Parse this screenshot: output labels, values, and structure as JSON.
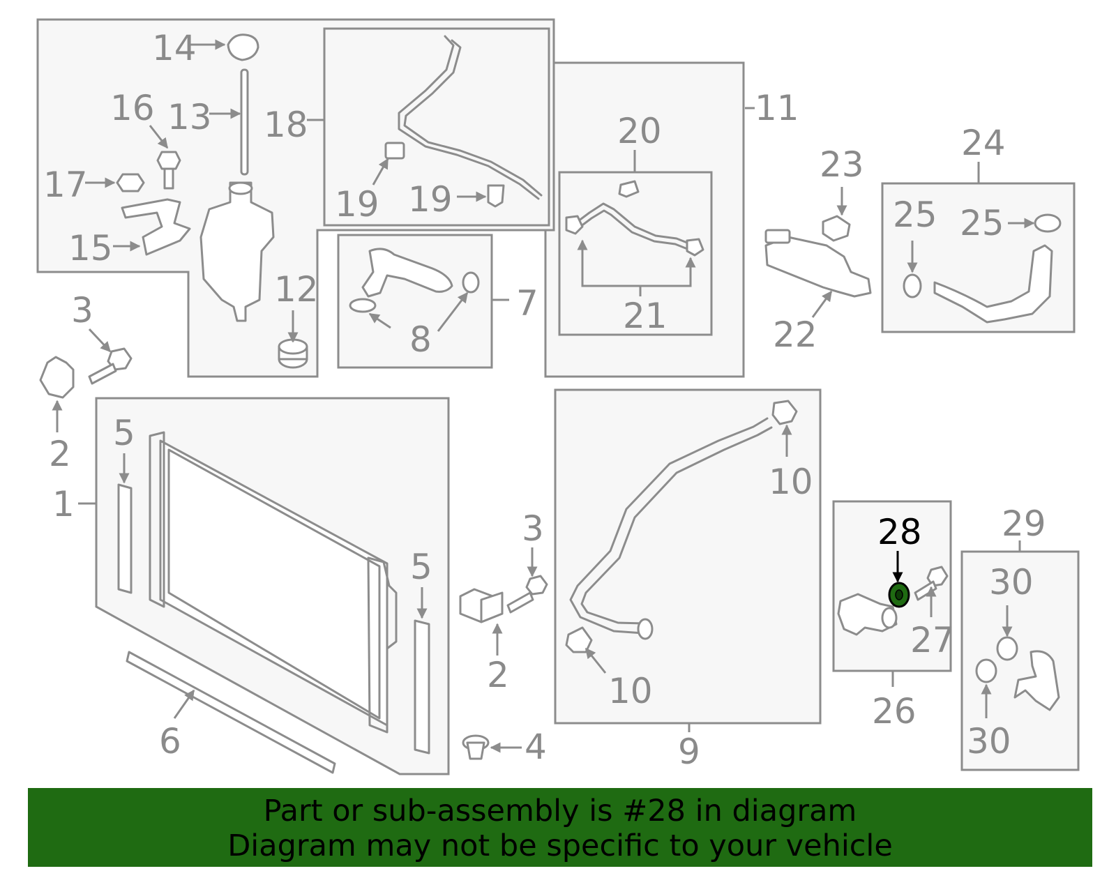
{
  "diagram": {
    "callouts": [
      "1",
      "2",
      "2",
      "3",
      "3",
      "4",
      "5",
      "5",
      "6",
      "7",
      "8",
      "9",
      "10",
      "10",
      "11",
      "12",
      "13",
      "14",
      "15",
      "16",
      "17",
      "18",
      "19",
      "19",
      "20",
      "21",
      "22",
      "23",
      "24",
      "25",
      "25",
      "26",
      "27",
      "28",
      "29",
      "30",
      "30"
    ],
    "highlighted_part": "28",
    "colors": {
      "highlight": "#1f6b12",
      "part_stroke": "#8c8c8c",
      "label": "#8a8a8a",
      "highlight_label": "#000000"
    }
  },
  "banner": {
    "line1": "Part or sub-assembly is #28 in diagram",
    "line2": "Diagram may not be specific to your vehicle",
    "background": "#1f6b12"
  }
}
